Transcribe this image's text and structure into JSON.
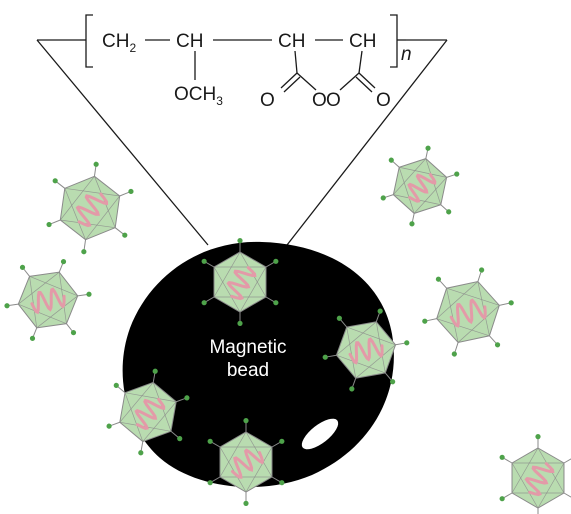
{
  "formula": {
    "group1": "CH",
    "group1_sub": "2",
    "group2": "CH",
    "group3": "CH",
    "group4": "CH",
    "side_chain": "OCH",
    "side_chain_sub": "3",
    "oxygen_left": "O",
    "oxygen_ring_1": "O",
    "oxygen_ring_2": "O",
    "oxygen_right": "O",
    "repeat_index": "n"
  },
  "bead": {
    "label_line1": "Magnetic",
    "label_line2": "bead"
  },
  "colors": {
    "bead": "#000000",
    "virus_fill": "#b9dcb0",
    "virus_stroke": "#8a8a8a",
    "spike_tip": "#4ea24a",
    "rna": "#e39aa8",
    "line": "#1a1a1a"
  },
  "icons": [
    "virus-particle-icon",
    "rna-strand-icon",
    "bead-highlight-icon"
  ]
}
